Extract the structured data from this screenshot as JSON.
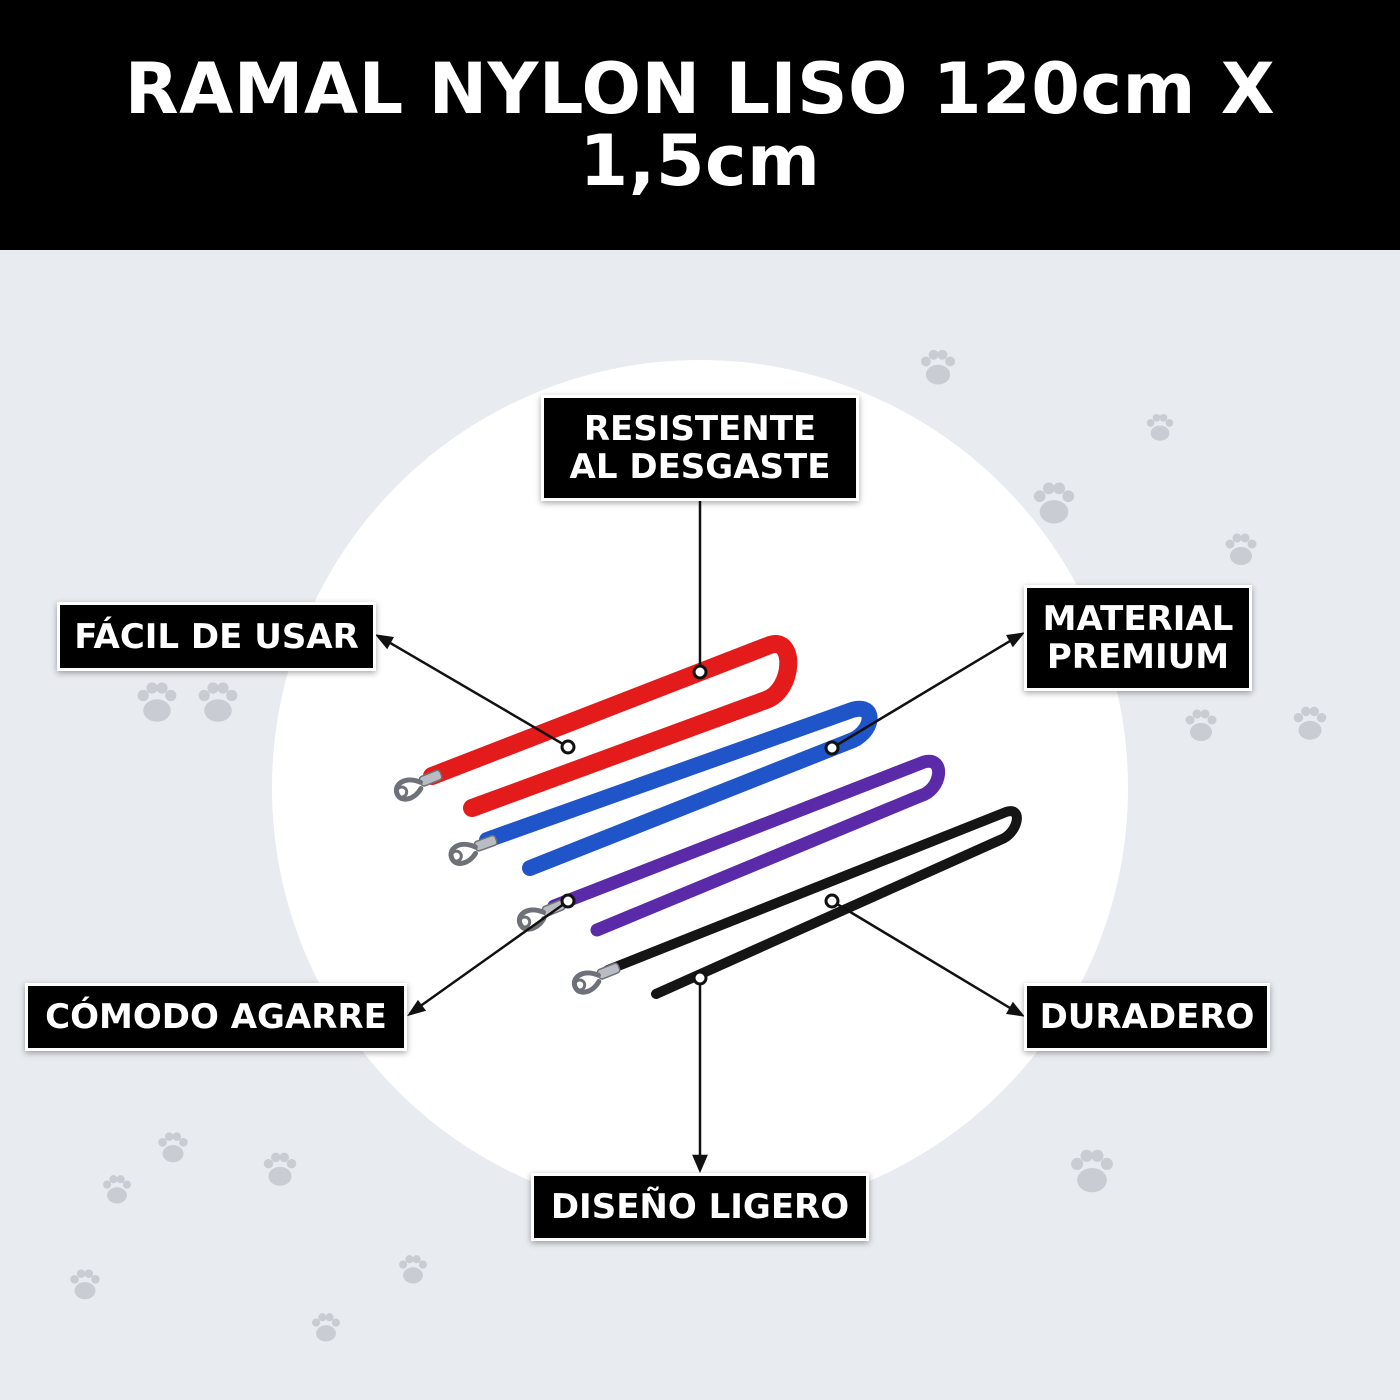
{
  "title": "RAMAL NYLON LISO 120cm X 1,5cm",
  "callouts": {
    "resistente": "RESISTENTE AL DESGASTE",
    "facil": "FÁCIL DE USAR",
    "material": "MATERIAL PREMIUM",
    "comodo": "CÓMODO AGARRE",
    "duradero": "DURADERO",
    "diseno": "DISEÑO LIGERO"
  },
  "colors": {
    "header_bg": "#000000",
    "page_bg": "#e8ebf0",
    "circle": "#ffffff",
    "paw": "#c9ccd2",
    "leash_red": "#e41b1b",
    "leash_blue": "#1f55c8",
    "leash_purple": "#5a2aa8",
    "leash_black": "#151515"
  },
  "icons": [
    "paw-print-icon",
    "snap-hook-icon"
  ]
}
